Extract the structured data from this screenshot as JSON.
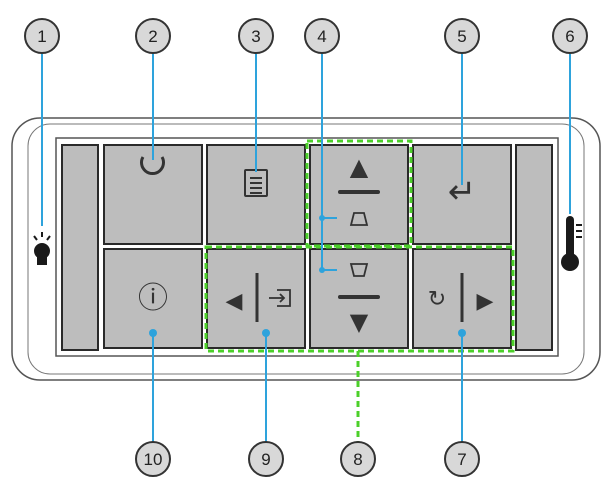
{
  "callouts": [
    {
      "id": 1,
      "label": "1"
    },
    {
      "id": 2,
      "label": "2"
    },
    {
      "id": 3,
      "label": "3"
    },
    {
      "id": 4,
      "label": "4"
    },
    {
      "id": 5,
      "label": "5"
    },
    {
      "id": 6,
      "label": "6"
    },
    {
      "id": 7,
      "label": "7"
    },
    {
      "id": 8,
      "label": "8"
    },
    {
      "id": 9,
      "label": "9"
    },
    {
      "id": 10,
      "label": "10"
    }
  ],
  "buttons": {
    "power": {
      "icon": "power-icon"
    },
    "menu": {
      "icon": "menu-icon"
    },
    "keystone_up": {
      "icon": "keystone-up-icon",
      "glyph": "▲"
    },
    "enter": {
      "icon": "enter-icon",
      "glyph": "↵"
    },
    "info": {
      "icon": "info-icon",
      "glyph": "ⓘ"
    },
    "left_source": {
      "icon": "left-source-icon",
      "glyph": "◀"
    },
    "keystone_down": {
      "icon": "keystone-down-icon",
      "glyph": "▼"
    },
    "resync_right": {
      "icon": "resync-right-icon",
      "glyph": "▶",
      "resync_glyph": "↻"
    }
  },
  "indicators": {
    "lamp": {
      "icon": "lamp-led-icon"
    },
    "temp": {
      "icon": "temp-led-icon"
    }
  },
  "colors": {
    "button_face": "#bdbdbd",
    "button_border": "#2a2a2a",
    "panel_border": "#555555",
    "callout_fill": "#d8d8d8",
    "leader_blue": "#2ea3dc",
    "dash_green": "#4cd02a"
  }
}
